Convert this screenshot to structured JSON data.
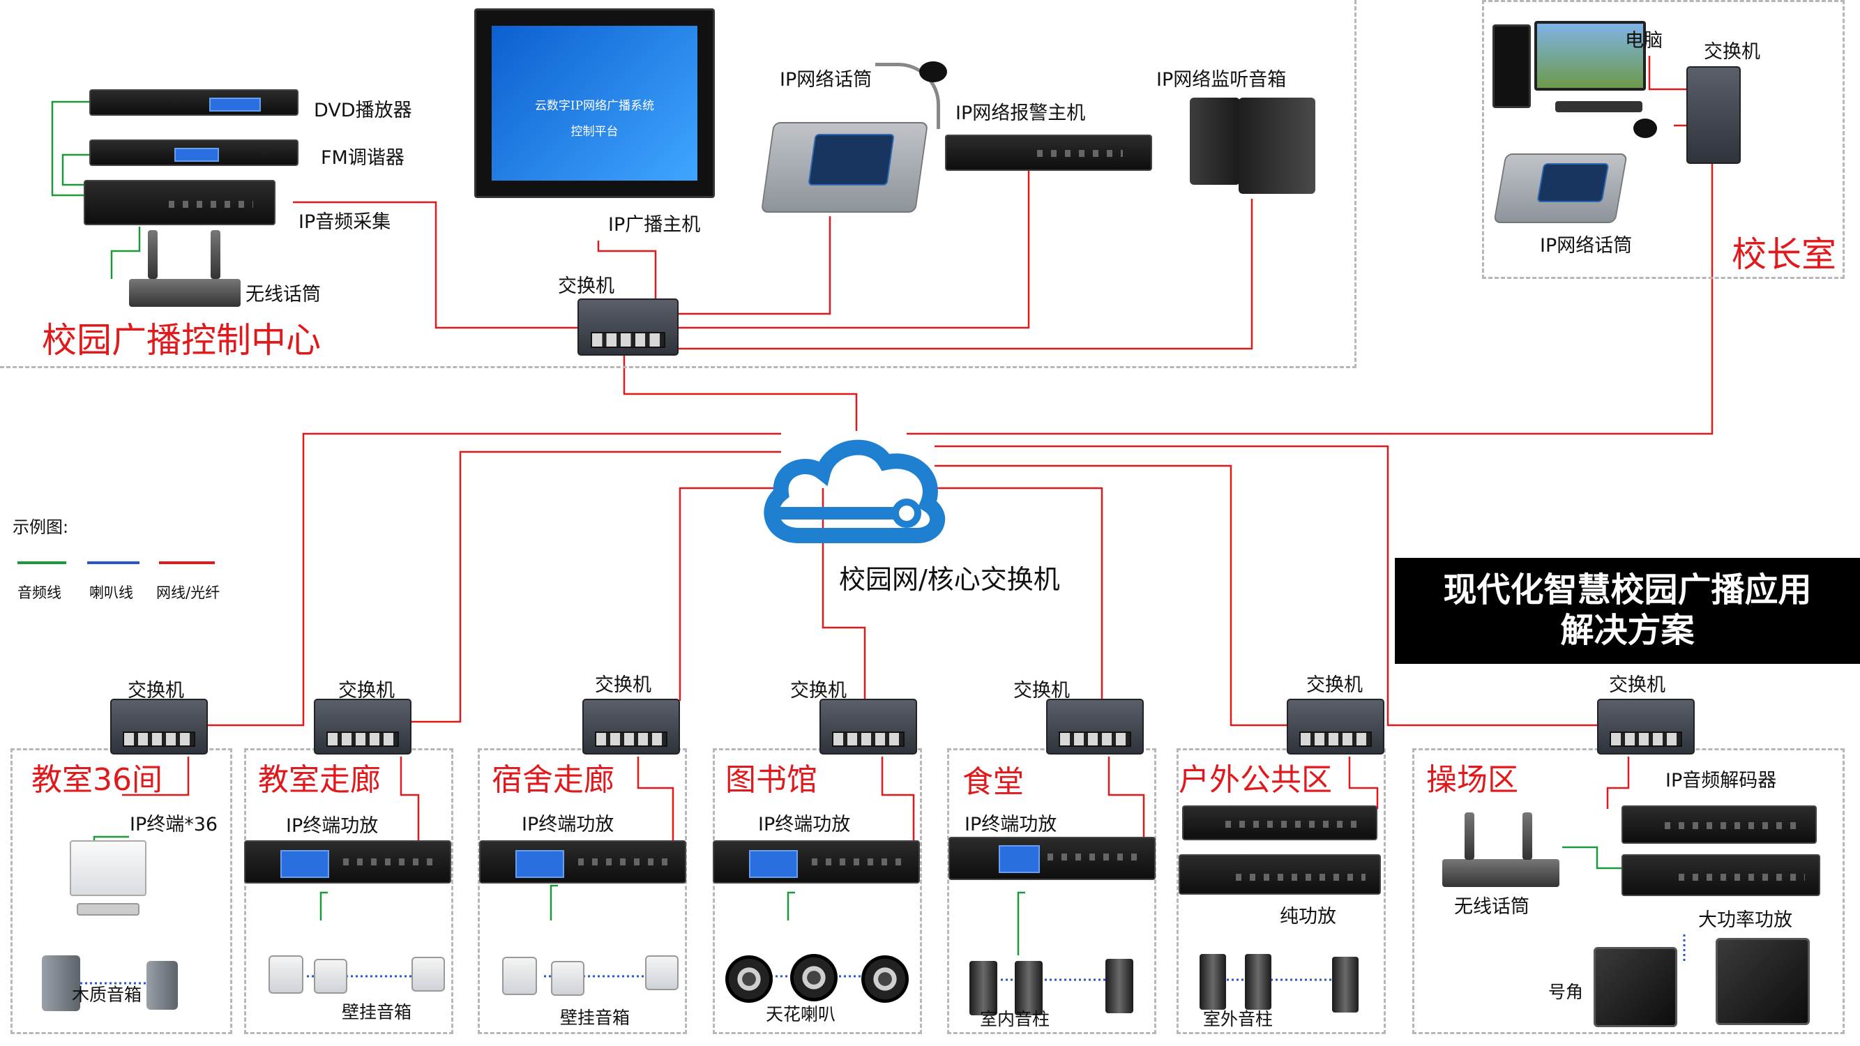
{
  "banner": {
    "line1": "现代化智慧校园广播应用",
    "line2": "解决方案"
  },
  "core": {
    "label": "校园网/核心交换机"
  },
  "control_center": {
    "title": "校园广播控制中心",
    "dvd": "DVD播放器",
    "fm": "FM调谐器",
    "ip_audio": "IP音频采集",
    "wireless_mic": "无线话筒",
    "ip_host": "IP广播主机",
    "ip_mic": "IP网络话筒",
    "alarm": "IP网络报警主机",
    "monitor": "IP网络监听音箱",
    "switch": "交换机",
    "screen_title": "云数字IP网络广播系统",
    "screen_sub": "控制平台"
  },
  "principal": {
    "title": "校长室",
    "pc": "电脑",
    "switch": "交换机",
    "mic": "IP网络话筒"
  },
  "legend": {
    "title": "示例图:",
    "items": [
      "音频线",
      "喇叭线",
      "网线/光纤"
    ],
    "colors": [
      "#1a9a3a",
      "#2a55c8",
      "#e0191c"
    ]
  },
  "zones": [
    {
      "title": "教室36间",
      "switch": "交换机",
      "device": "IP终端*36",
      "speaker": "木质音箱"
    },
    {
      "title": "教室走廊",
      "switch": "交换机",
      "device": "IP终端功放",
      "speaker": "壁挂音箱"
    },
    {
      "title": "宿舍走廊",
      "switch": "交换机",
      "device": "IP终端功放",
      "speaker": "壁挂音箱"
    },
    {
      "title": "图书馆",
      "switch": "交换机",
      "device": "IP终端功放",
      "speaker": "天花喇叭"
    },
    {
      "title": "食堂",
      "switch": "交换机",
      "device": "IP终端功放",
      "speaker": "室内音柱"
    },
    {
      "title": "户外公共区",
      "switch": "交换机",
      "device": "纯功放",
      "speaker": "室外音柱"
    },
    {
      "title": "操场区",
      "switch": "交换机",
      "device": "IP音频解码器",
      "device2": "大功率功放",
      "mic": "无线话筒",
      "speaker": "号角"
    }
  ],
  "colors": {
    "network": "#e0191c",
    "audio": "#1a9a3a",
    "speaker_line": "#2a55c8",
    "cloud": "#1f7fd0"
  }
}
